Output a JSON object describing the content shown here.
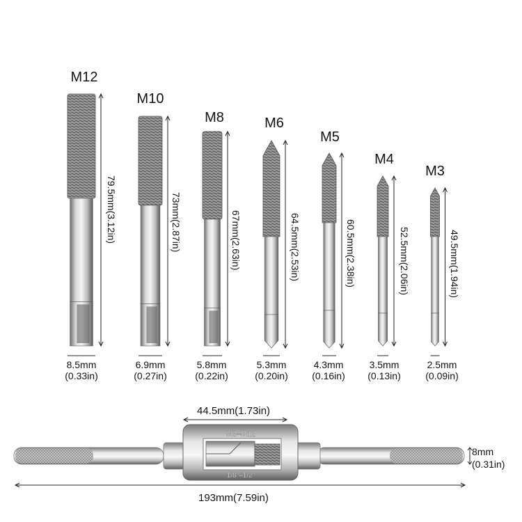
{
  "taps": [
    {
      "size": "M12",
      "length": "79.5mm(3.12in)",
      "diameter_mm": "8.5mm",
      "diameter_in": "(0.33in)"
    },
    {
      "size": "M10",
      "length": "73mm(2.87in)",
      "diameter_mm": "6.9mm",
      "diameter_in": "(0.27in)"
    },
    {
      "size": "M8",
      "length": "67mm(2.63in)",
      "diameter_mm": "5.8mm",
      "diameter_in": "(0.22in)"
    },
    {
      "size": "M6",
      "length": "64.5mm(2.53in)",
      "diameter_mm": "5.3mm",
      "diameter_in": "(0.20in)"
    },
    {
      "size": "M5",
      "length": "60.5mm(2.38in)",
      "diameter_mm": "4.3mm",
      "diameter_in": "(0.16in)"
    },
    {
      "size": "M4",
      "length": "52.5mm(2.06in)",
      "diameter_mm": "3.5mm",
      "diameter_in": "(0.13in)"
    },
    {
      "size": "M3",
      "length": "49.5mm(1.94in)",
      "diameter_mm": "2.5mm",
      "diameter_in": "(0.09in)"
    }
  ],
  "wrench": {
    "engraving": "M3–M12",
    "engraving_range": "1/8\"–1/2\"",
    "jaw_width": "44.5mm(1.73in)",
    "handle_dia_mm": "8mm",
    "handle_dia_in": "(0.31in)",
    "total_length": "193mm(7.59in)"
  }
}
